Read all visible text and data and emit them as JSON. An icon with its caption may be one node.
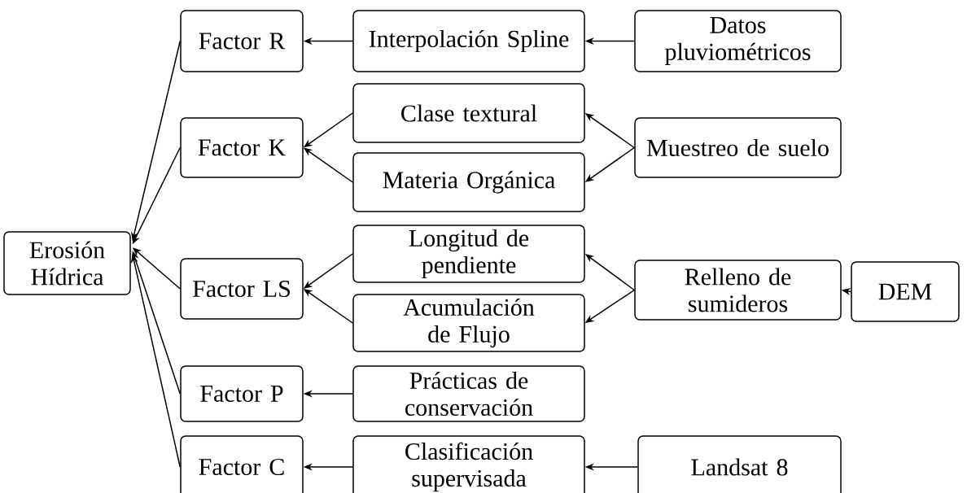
{
  "diagram": {
    "nodes": [
      {
        "text": [
          "Erosión Hídrica"
        ]
      },
      {
        "text": [
          "Factor R"
        ]
      },
      {
        "text": [
          "Interpolación Spline"
        ]
      },
      {
        "text": [
          "Datos pluviométricos"
        ]
      },
      {
        "text": [
          "Factor K"
        ]
      },
      {
        "text": [
          "Clase textural"
        ]
      },
      {
        "text": [
          "Materia Orgánica"
        ]
      },
      {
        "text": [
          "Muestreo de suelo"
        ]
      },
      {
        "text": [
          "Factor LS"
        ]
      },
      {
        "text": [
          "Longitud de pendiente"
        ]
      },
      {
        "text": [
          "Acumulación de Flujo"
        ]
      },
      {
        "text": [
          "Relleno de sumideros"
        ]
      },
      {
        "text": [
          "DEM"
        ]
      },
      {
        "text": [
          "Factor P"
        ]
      },
      {
        "text": [
          "Prácticas de conservación"
        ]
      },
      {
        "text": [
          "Factor C"
        ]
      },
      {
        "text": [
          "Clasificación supervisada"
        ]
      },
      {
        "text": [
          "Landsat 8"
        ]
      }
    ],
    "edges": [
      {
        "from": 1,
        "to": 0,
        "arrow": "to"
      },
      {
        "from": 4,
        "to": 0,
        "arrow": "to"
      },
      {
        "from": 8,
        "to": 0,
        "arrow": "to"
      },
      {
        "from": 13,
        "to": 0,
        "arrow": "to"
      },
      {
        "from": 15,
        "to": 0,
        "arrow": "to"
      },
      {
        "from": 2,
        "to": 1,
        "arrow": "to"
      },
      {
        "from": 3,
        "to": 2,
        "arrow": "to"
      },
      {
        "from": 5,
        "to": 4,
        "arrow": "to"
      },
      {
        "from": 6,
        "to": 4,
        "arrow": "to"
      },
      {
        "from": 7,
        "to": 5,
        "arrow": "to"
      },
      {
        "from": 7,
        "to": 6,
        "arrow": "to"
      },
      {
        "from": 9,
        "to": 8,
        "arrow": "to"
      },
      {
        "from": 10,
        "to": 8,
        "arrow": "to"
      },
      {
        "from": 11,
        "to": 9,
        "arrow": "to"
      },
      {
        "from": 11,
        "to": 10,
        "arrow": "to"
      },
      {
        "from": 12,
        "to": 11,
        "arrow": "to"
      },
      {
        "from": 14,
        "to": 13,
        "arrow": "to"
      },
      {
        "from": 16,
        "to": 15,
        "arrow": "to"
      },
      {
        "from": 17,
        "to": 16,
        "arrow": "to"
      }
    ]
  }
}
